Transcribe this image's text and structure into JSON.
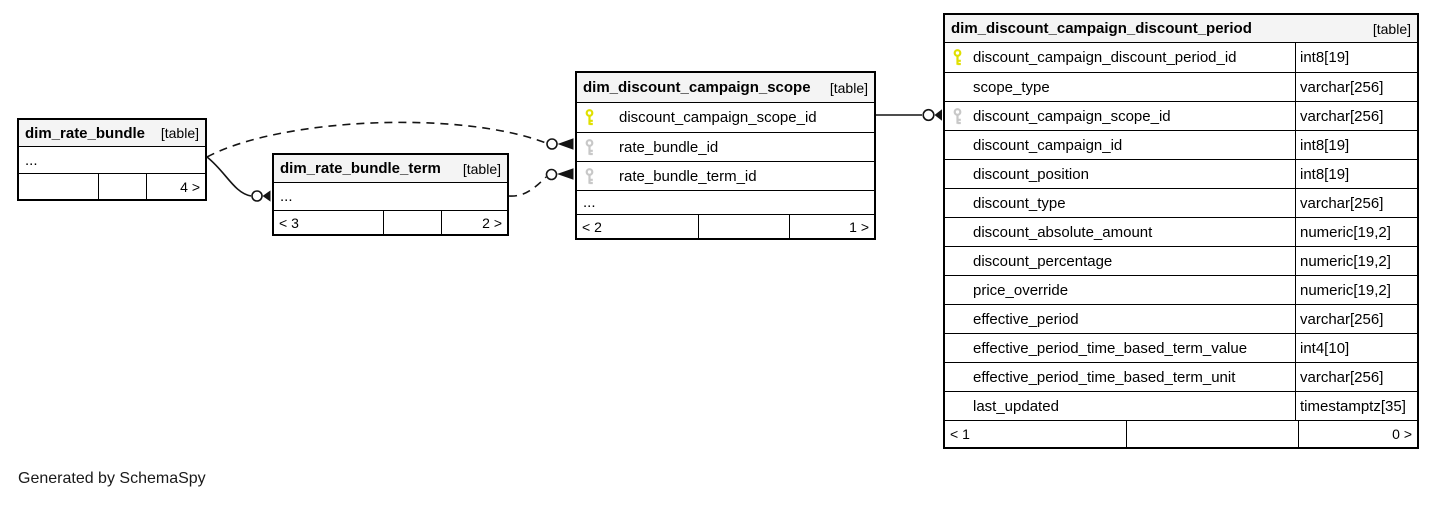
{
  "diagram": {
    "credit": "Generated by SchemaSpy"
  },
  "colors": {
    "primary_key": "#e0e000",
    "foreign_key": "#c8c8c8",
    "header_bg": "#f4f4f4",
    "border": "#000000",
    "edge": "#141414"
  },
  "tables": [
    {
      "id": "dim_rate_bundle",
      "title": "dim_rate_bundle",
      "badge": "[table]",
      "rows": [
        {
          "name": "...",
          "ellipsis": true
        }
      ],
      "footer": [
        "",
        "",
        "4 >"
      ]
    },
    {
      "id": "dim_rate_bundle_term",
      "title": "dim_rate_bundle_term",
      "badge": "[table]",
      "rows": [
        {
          "name": "...",
          "ellipsis": true
        }
      ],
      "footer": [
        "< 3",
        "",
        "2 >"
      ]
    },
    {
      "id": "dim_discount_campaign_scope",
      "title": "dim_discount_campaign_scope",
      "badge": "[table]",
      "rows": [
        {
          "name": "discount_campaign_scope_id",
          "key": "primary"
        },
        {
          "name": "rate_bundle_id",
          "key": "foreign"
        },
        {
          "name": "rate_bundle_term_id",
          "key": "foreign"
        },
        {
          "name": "...",
          "ellipsis": true
        }
      ],
      "footer": [
        "< 2",
        "",
        "1 >"
      ]
    },
    {
      "id": "dim_discount_campaign_discount_period",
      "title": "dim_discount_campaign_discount_period",
      "badge": "[table]",
      "rows": [
        {
          "name": "discount_campaign_discount_period_id",
          "key": "primary",
          "type": "int8[19]"
        },
        {
          "name": "scope_type",
          "type": "varchar[256]"
        },
        {
          "name": "discount_campaign_scope_id",
          "key": "foreign",
          "type": "varchar[256]"
        },
        {
          "name": "discount_campaign_id",
          "type": "int8[19]"
        },
        {
          "name": "discount_position",
          "type": "int8[19]"
        },
        {
          "name": "discount_type",
          "type": "varchar[256]"
        },
        {
          "name": "discount_absolute_amount",
          "type": "numeric[19,2]"
        },
        {
          "name": "discount_percentage",
          "type": "numeric[19,2]"
        },
        {
          "name": "price_override",
          "type": "numeric[19,2]"
        },
        {
          "name": "effective_period",
          "type": "varchar[256]"
        },
        {
          "name": "effective_period_time_based_term_value",
          "type": "int4[10]"
        },
        {
          "name": "effective_period_time_based_term_unit",
          "type": "varchar[256]"
        },
        {
          "name": "last_updated",
          "type": "timestamptz[35]"
        }
      ],
      "footer": [
        "< 1",
        "",
        "0 >"
      ]
    }
  ],
  "relationships": [
    {
      "from": "dim_discount_campaign_scope.discount_campaign_scope_id",
      "to": "dim_discount_campaign_discount_period.discount_campaign_scope_id",
      "style": "solid"
    },
    {
      "from": "dim_rate_bundle",
      "to": "dim_discount_campaign_scope.rate_bundle_id",
      "style": "dashed"
    },
    {
      "from": "dim_rate_bundle",
      "to": "dim_rate_bundle_term",
      "style": "solid"
    },
    {
      "from": "dim_rate_bundle_term",
      "to": "dim_discount_campaign_scope.rate_bundle_term_id",
      "style": "dashed"
    }
  ]
}
